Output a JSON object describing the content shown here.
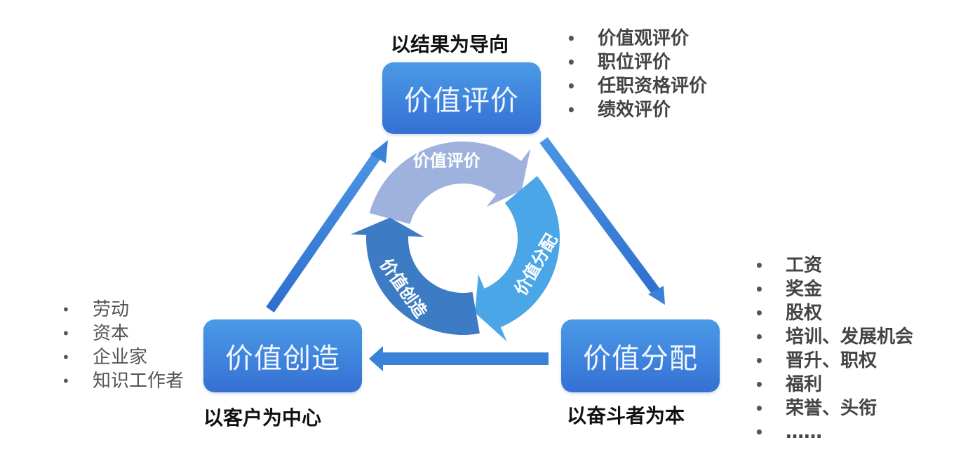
{
  "nodes": {
    "evaluation": {
      "label": "价值评价",
      "motto": "以结果为导向",
      "items": [
        "价值观评价",
        "职位评价",
        "任职资格评价",
        "绩效评价"
      ]
    },
    "distribution": {
      "label": "价值分配",
      "motto": "以奋斗者为本",
      "items": [
        "工资",
        "奖金",
        "股权",
        "培训、发展机会",
        "晋升、职权",
        "福利",
        "荣誉、头衔",
        "……"
      ]
    },
    "creation": {
      "label": "价值创造",
      "motto": "以客户为中心",
      "items": [
        "劳动",
        "资本",
        "企业家",
        "知识工作者"
      ]
    }
  },
  "cycle": {
    "segments": [
      {
        "label": "价值评价",
        "color": "#9fb2de"
      },
      {
        "label": "价值分配",
        "color": "#4aa6e6"
      },
      {
        "label": "价值创造",
        "color": "#3d7cc4"
      }
    ]
  },
  "colors": {
    "node_top": "#4a9ae6",
    "node_bottom": "#3570d4",
    "arrow": "#3a82d8"
  }
}
